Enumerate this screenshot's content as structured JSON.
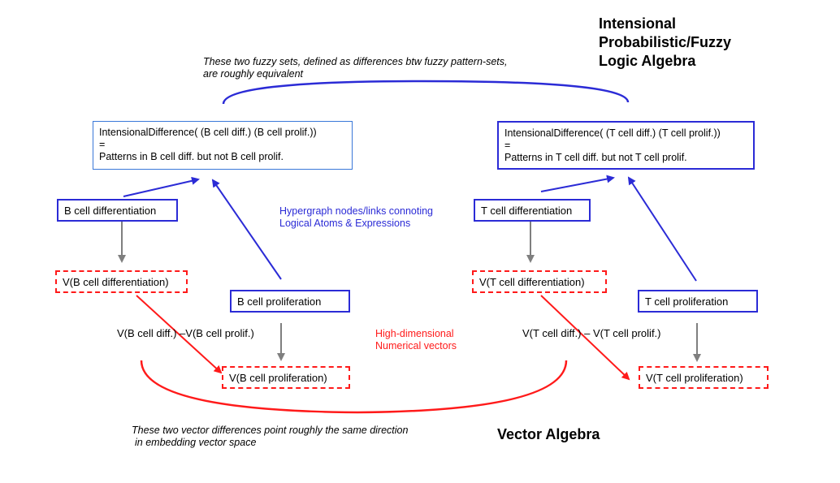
{
  "title": {
    "line1": "Intensional",
    "line2": "Probabilistic/Fuzzy",
    "line3": "Logic Algebra"
  },
  "top_note": {
    "line1": "These two fuzzy sets, defined as differences btw fuzzy pattern-sets,",
    "line2": "are roughly equivalent"
  },
  "left": {
    "intensional_box": {
      "line1": "IntensionalDifference( (B cell diff.) (B cell prolif.))",
      "line2": "=",
      "line3": "Patterns in B cell diff. but not B cell prolif."
    },
    "differentiation": "B cell differentiation",
    "v_differentiation": "V(B cell differentiation)",
    "proliferation": "B cell proliferation",
    "v_proliferation": "V(B cell proliferation)",
    "vector_difference": "V(B cell diff.) –V(B cell prolif.)"
  },
  "right": {
    "intensional_box": {
      "line1": "IntensionalDifference( (T cell diff.) (T cell prolif.))",
      "line2": "=",
      "line3": "Patterns in T cell diff. but not T cell prolif."
    },
    "differentiation": "T cell differentiation",
    "v_differentiation": "V(T cell differentiation)",
    "proliferation": "T cell proliferation",
    "v_proliferation": "V(T cell proliferation)",
    "vector_difference": "V(T cell diff.) – V(T cell prolif.)"
  },
  "legend_hypergraph": {
    "line1": "Hypergraph nodes/links connoting",
    "line2": "Logical Atoms & Expressions"
  },
  "legend_vectors": {
    "line1": "High-dimensional",
    "line2": "Numerical vectors"
  },
  "bottom_note": {
    "line1": "These two vector differences point roughly the same direction",
    "line2": "in embedding vector space"
  },
  "vector_algebra": "Vector Algebra",
  "colors": {
    "logic": "#2b2bd6",
    "vector": "#ff1a1a",
    "neutral": "#7f7f7f"
  }
}
